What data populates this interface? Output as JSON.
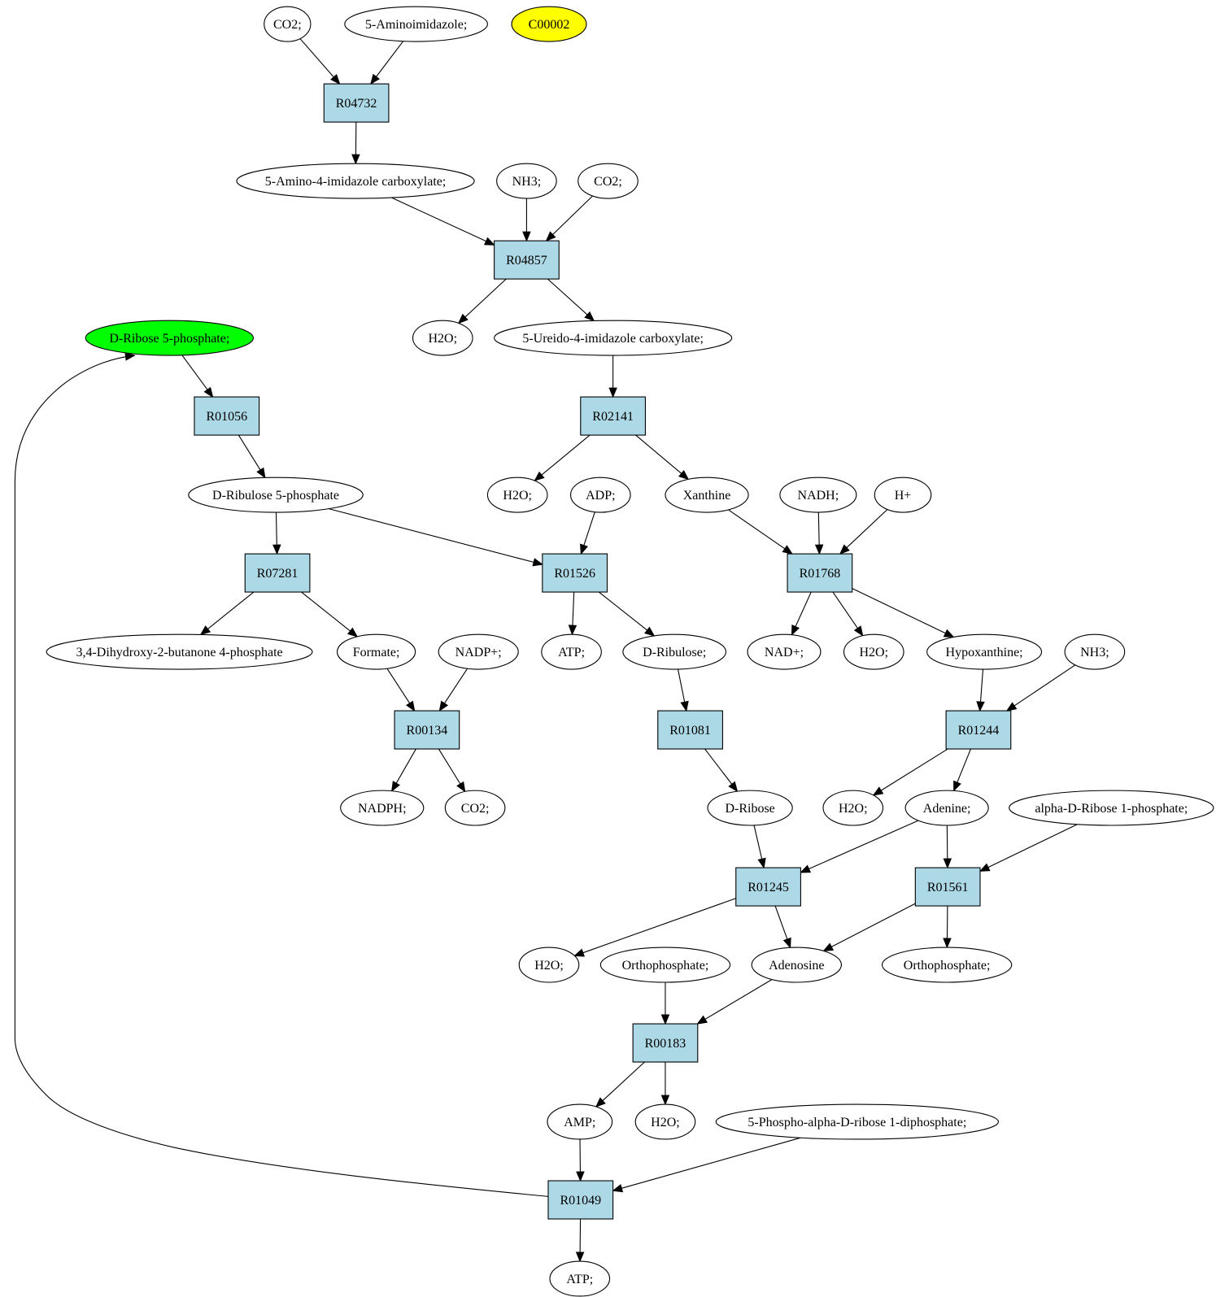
{
  "colors": {
    "reaction_fill": "#add8e6",
    "compound_fill": "#ffffff",
    "source_fill": "#00ff00",
    "highlight_fill": "#ffff00",
    "stroke": "#000000"
  },
  "nodes": [
    {
      "id": "n_co2_1",
      "label": "CO2;",
      "kind": "compound"
    },
    {
      "id": "n_5ai",
      "label": "5-Aminoimidazole;",
      "kind": "compound"
    },
    {
      "id": "n_c00002",
      "label": "C00002",
      "kind": "highlight"
    },
    {
      "id": "r04732",
      "label": "R04732",
      "kind": "reaction"
    },
    {
      "id": "n_5a4ic",
      "label": "5-Amino-4-imidazole carboxylate;",
      "kind": "compound"
    },
    {
      "id": "n_nh3_1",
      "label": "NH3;",
      "kind": "compound"
    },
    {
      "id": "n_co2_2",
      "label": "CO2;",
      "kind": "compound"
    },
    {
      "id": "r04857",
      "label": "R04857",
      "kind": "reaction"
    },
    {
      "id": "n_h2o_1",
      "label": "H2O;",
      "kind": "compound"
    },
    {
      "id": "n_5u4ic",
      "label": "5-Ureido-4-imidazole carboxylate;",
      "kind": "compound"
    },
    {
      "id": "n_dr5p",
      "label": "D-Ribose 5-phosphate;",
      "kind": "source"
    },
    {
      "id": "r01056",
      "label": "R01056",
      "kind": "reaction"
    },
    {
      "id": "r02141",
      "label": "R02141",
      "kind": "reaction"
    },
    {
      "id": "n_dru5p",
      "label": "D-Ribulose 5-phosphate",
      "kind": "compound"
    },
    {
      "id": "n_h2o_2",
      "label": "H2O;",
      "kind": "compound"
    },
    {
      "id": "n_adp",
      "label": "ADP;",
      "kind": "compound"
    },
    {
      "id": "n_xan",
      "label": "Xanthine",
      "kind": "compound"
    },
    {
      "id": "n_nadh",
      "label": "NADH;",
      "kind": "compound"
    },
    {
      "id": "n_hplus",
      "label": "H+",
      "kind": "compound"
    },
    {
      "id": "r07281",
      "label": "R07281",
      "kind": "reaction"
    },
    {
      "id": "r01526",
      "label": "R01526",
      "kind": "reaction"
    },
    {
      "id": "r01768",
      "label": "R01768",
      "kind": "reaction"
    },
    {
      "id": "n_dhbp",
      "label": "3,4-Dihydroxy-2-butanone 4-phosphate",
      "kind": "compound"
    },
    {
      "id": "n_formate",
      "label": "Formate;",
      "kind": "compound"
    },
    {
      "id": "n_nadpplus",
      "label": "NADP+;",
      "kind": "compound"
    },
    {
      "id": "n_atp_1",
      "label": "ATP;",
      "kind": "compound"
    },
    {
      "id": "n_dribulose",
      "label": "D-Ribulose;",
      "kind": "compound"
    },
    {
      "id": "n_nadplus",
      "label": "NAD+;",
      "kind": "compound"
    },
    {
      "id": "n_h2o_3",
      "label": "H2O;",
      "kind": "compound"
    },
    {
      "id": "n_hypox",
      "label": "Hypoxanthine;",
      "kind": "compound"
    },
    {
      "id": "n_nh3_2",
      "label": "NH3;",
      "kind": "compound"
    },
    {
      "id": "r00134",
      "label": "R00134",
      "kind": "reaction"
    },
    {
      "id": "r01081",
      "label": "R01081",
      "kind": "reaction"
    },
    {
      "id": "r01244",
      "label": "R01244",
      "kind": "reaction"
    },
    {
      "id": "n_nadph",
      "label": "NADPH;",
      "kind": "compound"
    },
    {
      "id": "n_co2_3",
      "label": "CO2;",
      "kind": "compound"
    },
    {
      "id": "n_dribose",
      "label": "D-Ribose",
      "kind": "compound"
    },
    {
      "id": "n_h2o_4",
      "label": "H2O;",
      "kind": "compound"
    },
    {
      "id": "n_adenine",
      "label": "Adenine;",
      "kind": "compound"
    },
    {
      "id": "n_adr1p",
      "label": "alpha-D-Ribose 1-phosphate;",
      "kind": "compound"
    },
    {
      "id": "r01245",
      "label": "R01245",
      "kind": "reaction"
    },
    {
      "id": "r01561",
      "label": "R01561",
      "kind": "reaction"
    },
    {
      "id": "n_h2o_5",
      "label": "H2O;",
      "kind": "compound"
    },
    {
      "id": "n_ortho_1",
      "label": "Orthophosphate;",
      "kind": "compound"
    },
    {
      "id": "n_adenosine",
      "label": "Adenosine",
      "kind": "compound"
    },
    {
      "id": "n_ortho_2",
      "label": "Orthophosphate;",
      "kind": "compound"
    },
    {
      "id": "r00183",
      "label": "R00183",
      "kind": "reaction"
    },
    {
      "id": "n_amp",
      "label": "AMP;",
      "kind": "compound"
    },
    {
      "id": "n_h2o_6",
      "label": "H2O;",
      "kind": "compound"
    },
    {
      "id": "n_prpp",
      "label": "5-Phospho-alpha-D-ribose 1-diphosphate;",
      "kind": "compound"
    },
    {
      "id": "r01049",
      "label": "R01049",
      "kind": "reaction"
    },
    {
      "id": "n_atp_2",
      "label": "ATP;",
      "kind": "compound"
    }
  ],
  "edges": [
    {
      "from": "n_co2_1",
      "to": "r04732"
    },
    {
      "from": "n_5ai",
      "to": "r04732"
    },
    {
      "from": "r04732",
      "to": "n_5a4ic"
    },
    {
      "from": "n_5a4ic",
      "to": "r04857"
    },
    {
      "from": "n_nh3_1",
      "to": "r04857"
    },
    {
      "from": "n_co2_2",
      "to": "r04857"
    },
    {
      "from": "r04857",
      "to": "n_h2o_1"
    },
    {
      "from": "r04857",
      "to": "n_5u4ic"
    },
    {
      "from": "n_5u4ic",
      "to": "r02141"
    },
    {
      "from": "n_dr5p",
      "to": "r01056"
    },
    {
      "from": "r01056",
      "to": "n_dru5p"
    },
    {
      "from": "r02141",
      "to": "n_h2o_2"
    },
    {
      "from": "r02141",
      "to": "n_xan"
    },
    {
      "from": "n_dru5p",
      "to": "r07281"
    },
    {
      "from": "n_dru5p",
      "to": "r01526"
    },
    {
      "from": "n_adp",
      "to": "r01526"
    },
    {
      "from": "n_xan",
      "to": "r01768"
    },
    {
      "from": "n_nadh",
      "to": "r01768"
    },
    {
      "from": "n_hplus",
      "to": "r01768"
    },
    {
      "from": "r07281",
      "to": "n_dhbp"
    },
    {
      "from": "r07281",
      "to": "n_formate"
    },
    {
      "from": "r01526",
      "to": "n_atp_1"
    },
    {
      "from": "r01526",
      "to": "n_dribulose"
    },
    {
      "from": "r01768",
      "to": "n_nadplus"
    },
    {
      "from": "r01768",
      "to": "n_h2o_3"
    },
    {
      "from": "r01768",
      "to": "n_hypox"
    },
    {
      "from": "n_formate",
      "to": "r00134"
    },
    {
      "from": "n_nadpplus",
      "to": "r00134"
    },
    {
      "from": "n_dribulose",
      "to": "r01081"
    },
    {
      "from": "n_hypox",
      "to": "r01244"
    },
    {
      "from": "n_nh3_2",
      "to": "r01244"
    },
    {
      "from": "r00134",
      "to": "n_nadph"
    },
    {
      "from": "r00134",
      "to": "n_co2_3"
    },
    {
      "from": "r01081",
      "to": "n_dribose"
    },
    {
      "from": "r01244",
      "to": "n_h2o_4"
    },
    {
      "from": "r01244",
      "to": "n_adenine"
    },
    {
      "from": "n_dribose",
      "to": "r01245"
    },
    {
      "from": "n_adenine",
      "to": "r01245"
    },
    {
      "from": "n_adenine",
      "to": "r01561"
    },
    {
      "from": "n_adr1p",
      "to": "r01561"
    },
    {
      "from": "r01245",
      "to": "n_h2o_5"
    },
    {
      "from": "r01245",
      "to": "n_adenosine"
    },
    {
      "from": "r01561",
      "to": "n_adenosine"
    },
    {
      "from": "r01561",
      "to": "n_ortho_2"
    },
    {
      "from": "n_ortho_1",
      "to": "r00183"
    },
    {
      "from": "n_adenosine",
      "to": "r00183"
    },
    {
      "from": "r00183",
      "to": "n_amp"
    },
    {
      "from": "r00183",
      "to": "n_h2o_6"
    },
    {
      "from": "n_amp",
      "to": "r01049"
    },
    {
      "from": "n_prpp",
      "to": "r01049"
    },
    {
      "from": "r01049",
      "to": "n_atp_2"
    },
    {
      "from": "r01049",
      "to": "n_dr5p"
    }
  ]
}
